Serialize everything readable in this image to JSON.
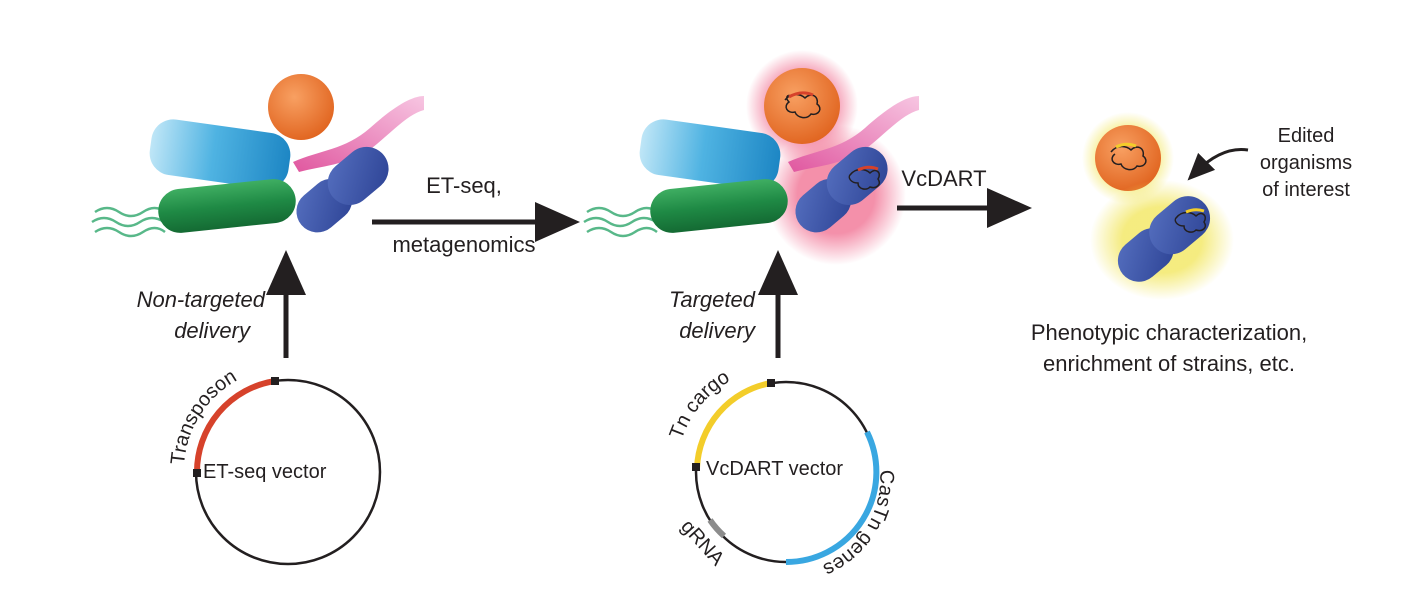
{
  "colors": {
    "cyan_rod": "#2f9fd8",
    "green_rod": "#1f8a45",
    "blue_cell": "#3a55a8",
    "orange_sphere": "#ef7a2e",
    "pink_ribbon": "#e474b4",
    "flagella": "#58b889",
    "transposon": "#d6422b",
    "tn_cargo": "#f3cd2a",
    "cas_genes": "#39a7e1",
    "grna": "#8c8c8c",
    "targeted_glow": "#f06b8e",
    "edited_glow": "#f3e86a"
  },
  "labels": {
    "arrow1_line1": "ET-seq,",
    "arrow1_line2": "metagenomics",
    "arrow2": "VcDART",
    "non_targeted_1": "Non-targeted",
    "non_targeted_2": "delivery",
    "targeted_1": "Targeted",
    "targeted_2": "delivery",
    "edited_1": "Edited",
    "edited_2": "organisms",
    "edited_3": "of interest",
    "outcome_1": "Phenotypic characterization,",
    "outcome_2": "enrichment of strains, etc."
  },
  "plasmid_left": {
    "name": "ET-seq vector",
    "segment": "Transposon"
  },
  "plasmid_right": {
    "name": "VcDART vector",
    "segment_cargo": "Tn cargo",
    "segment_genes": "CasTn genes",
    "segment_guide": "gRNA"
  }
}
